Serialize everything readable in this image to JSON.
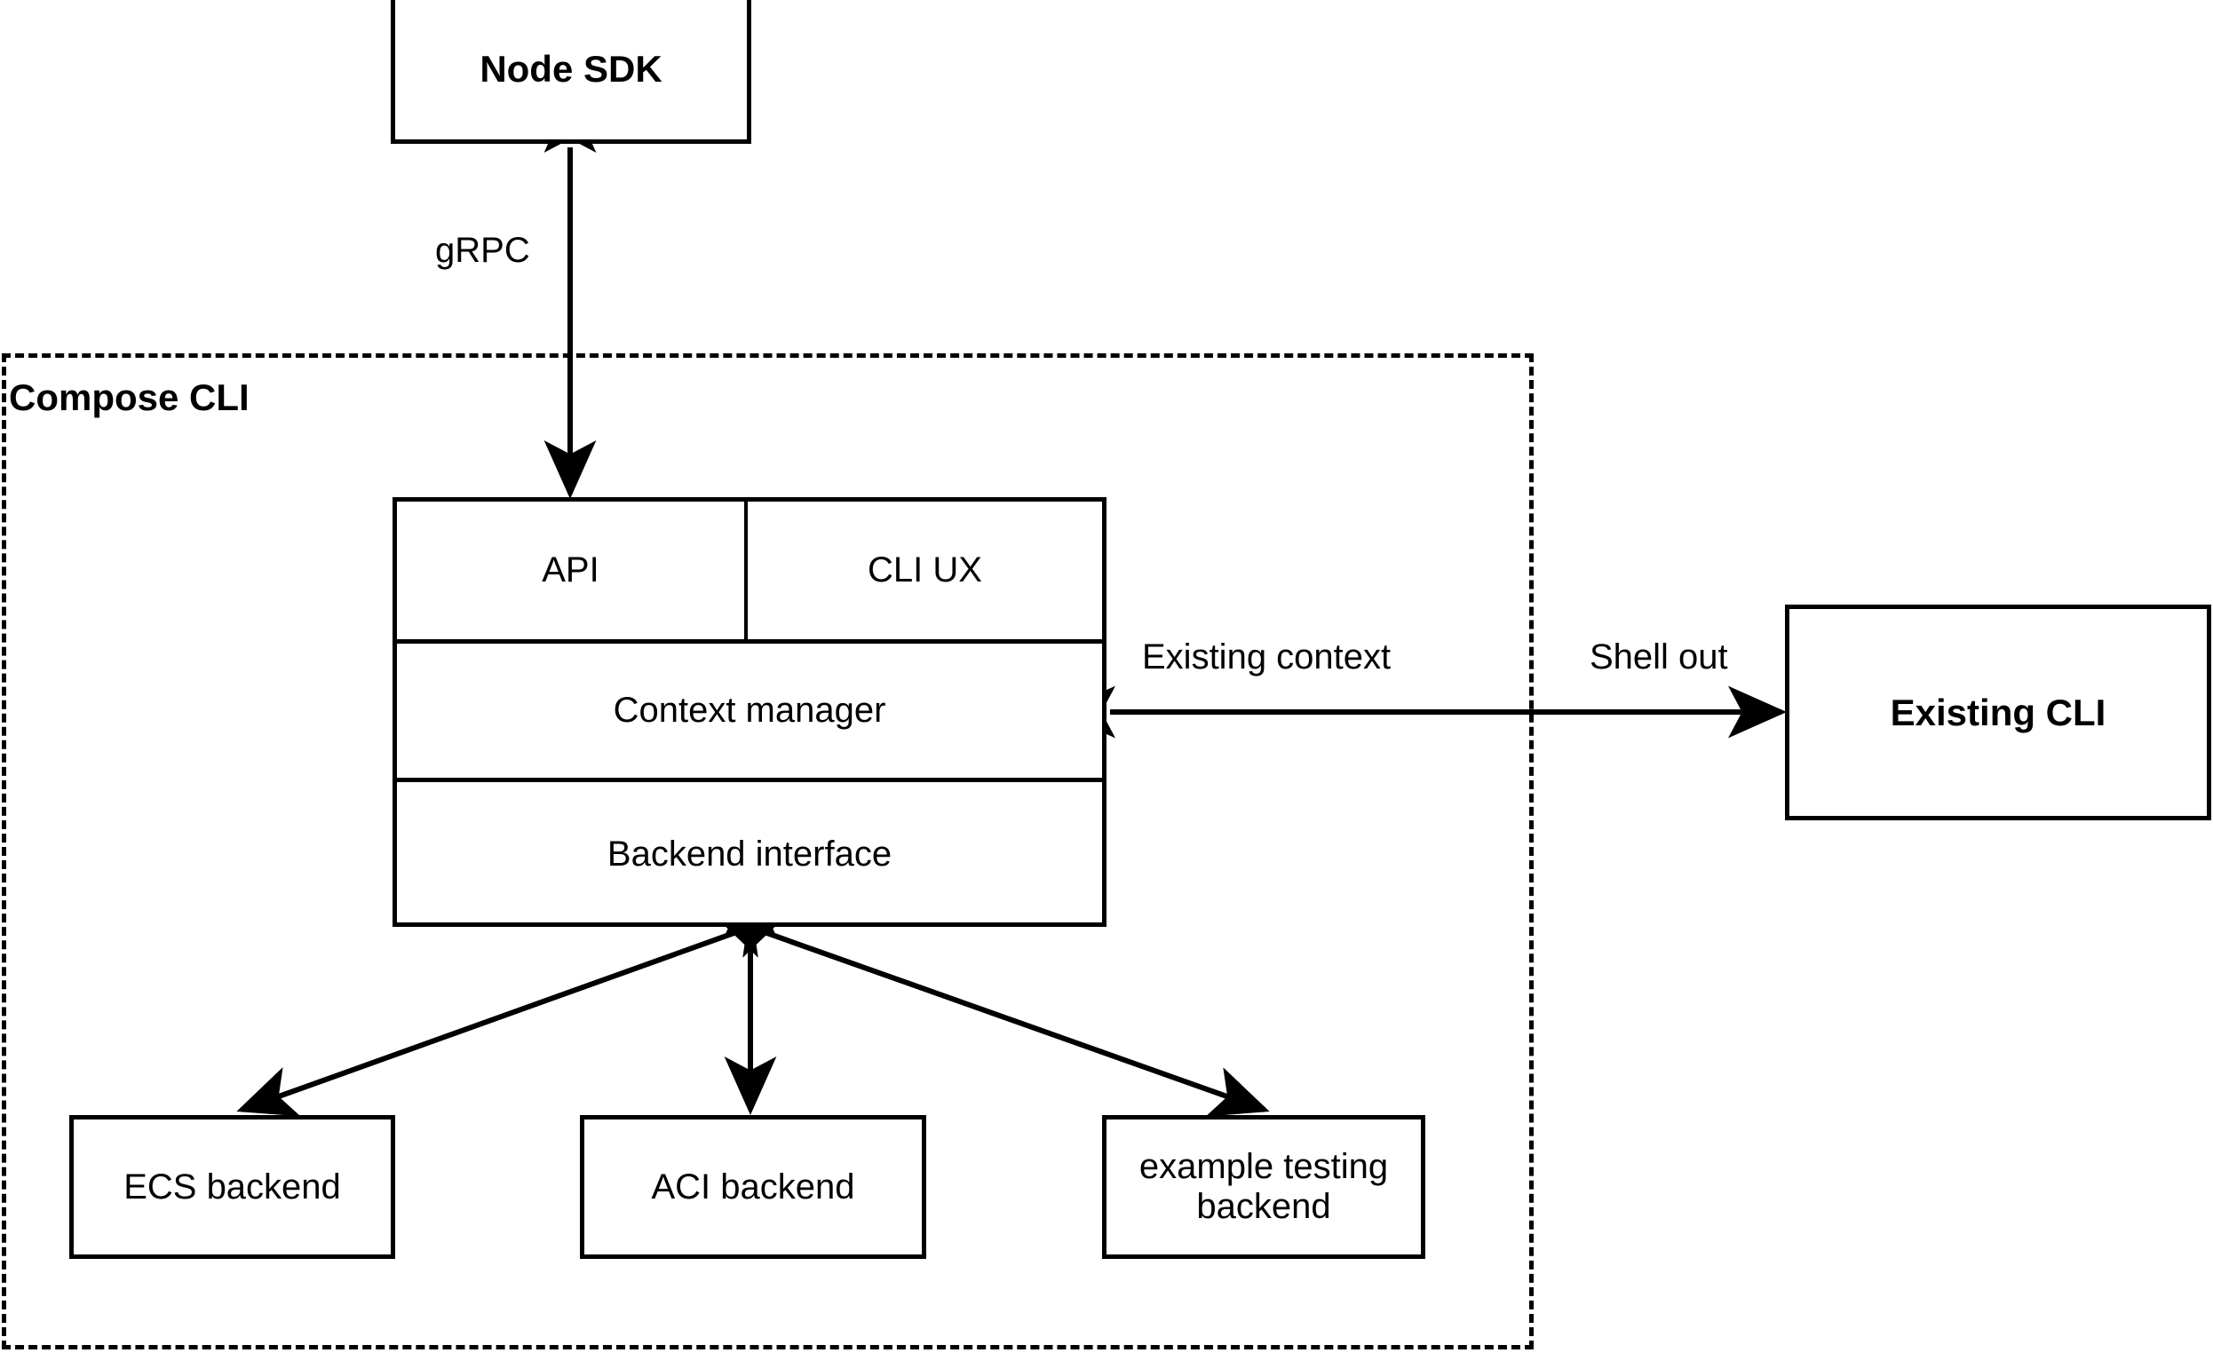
{
  "diagram": {
    "type": "architecture-block-diagram",
    "title_shown": false,
    "colors": {
      "stroke": "#000000",
      "background": "#ffffff",
      "text": "#000000"
    }
  },
  "nodes": {
    "node_sdk": {
      "label": "Node SDK",
      "style": "solid-box",
      "bold": true
    },
    "existing_cli": {
      "label": "Existing CLI",
      "style": "solid-box",
      "bold": true
    },
    "compose_cli_group": {
      "label": "Compose CLI",
      "style": "dashed-container",
      "bold": true
    },
    "stack": {
      "rows": [
        {
          "cells": [
            {
              "label": "API"
            },
            {
              "label": "CLI UX"
            }
          ]
        },
        {
          "cells": [
            {
              "label": "Context manager"
            }
          ]
        },
        {
          "cells": [
            {
              "label": "Backend interface"
            }
          ]
        }
      ]
    },
    "backends": [
      {
        "label": "ECS backend"
      },
      {
        "label": "ACI backend"
      },
      {
        "label": "example testing\nbackend",
        "line1": "example testing",
        "line2": "backend"
      }
    ]
  },
  "edges": [
    {
      "id": "grpc-edge",
      "label": "gRPC",
      "from": "stack.api",
      "to": "node_sdk",
      "arrowheads": "both",
      "orientation": "vertical"
    },
    {
      "id": "context-edge",
      "label_left": "Existing context",
      "label_right": "Shell out",
      "from": "stack.context_manager",
      "to": "existing_cli",
      "arrowheads": "both",
      "orientation": "horizontal"
    },
    {
      "id": "backend-ecs-edge",
      "label": "",
      "from": "stack.backend_interface",
      "to": "backends.0",
      "arrowheads": "both",
      "orientation": "diagonal-left"
    },
    {
      "id": "backend-aci-edge",
      "label": "",
      "from": "stack.backend_interface",
      "to": "backends.1",
      "arrowheads": "both",
      "orientation": "vertical"
    },
    {
      "id": "backend-example-edge",
      "label": "",
      "from": "stack.backend_interface",
      "to": "backends.2",
      "arrowheads": "both",
      "orientation": "diagonal-right"
    }
  ],
  "labels": {
    "grpc": "gRPC",
    "existing_context": "Existing context",
    "shell_out": "Shell out",
    "compose_cli": "Compose CLI"
  }
}
